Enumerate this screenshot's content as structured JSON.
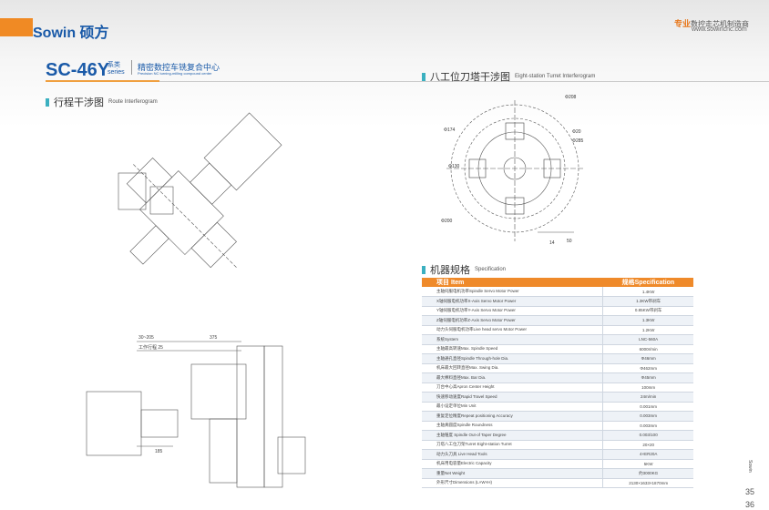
{
  "header": {
    "logo": "Sowin 硕方",
    "slogan_hl": "专业",
    "slogan": "数控走芯机制造商",
    "url": "www.sowincnc.com"
  },
  "title": {
    "model": "SC-46Y",
    "series_cn": "系类",
    "series_en": "series",
    "subtitle": "精密数控车铣复合中心",
    "subtitle_en": "Precision NC turning-milling compound center"
  },
  "sections": {
    "route": {
      "cn": "行程干涉图",
      "en": "Route Interferogram"
    },
    "turret": {
      "cn": "八工位刀塔干涉图",
      "en": "Eight-station Turret Interferogram"
    },
    "spec": {
      "cn": "机器规格",
      "en": "Specification"
    }
  },
  "drawing_labels": {
    "d208": "Φ208",
    "d174": "Φ174",
    "d20": "Φ20",
    "d285": "Φ285",
    "d130": "Φ130",
    "d200": "Φ200",
    "dim14": "14",
    "dim50": "50",
    "dim30_205": "30~205",
    "dim_travel": "工作行程 25",
    "dim375": "375",
    "dim185": "185"
  },
  "spec_table": {
    "headers": [
      "项目 Item",
      "规格Specification"
    ],
    "rows": [
      [
        "主轴伺服电机功率Spindle Servo Motor Power",
        "1.4KW"
      ],
      [
        "X轴伺服电机功率X-Axis Servo Motor Power",
        "1.3KW带刹车"
      ],
      [
        "Y轴伺服电机功率Y-Axis Servo Motor Power",
        "0.85KW带刹车"
      ],
      [
        "Z轴伺服电机功率Z-Axis Servo Motor Power",
        "1.3KW"
      ],
      [
        "动力头伺服电机功率Live head servo Motor Power",
        "1.2KW"
      ],
      [
        "系统System",
        "LNC-560A"
      ],
      [
        "主轴最高转速Max. Spindle Speed",
        "6000r/min"
      ],
      [
        "主轴通孔直径Spindle Through-hole Dia.",
        "Φ46mm"
      ],
      [
        "机床最大回转直径Max. Swing Dia.",
        "Φ462mm"
      ],
      [
        "最大棒料直径Max. Bar Dia.",
        "Φ45mm"
      ],
      [
        "刀台中心高Apron Center Height",
        "100mm"
      ],
      [
        "快速移动速度Rapid Travel Speed",
        "24m/min"
      ],
      [
        "最小设定单位Min Unit",
        "0.001mm"
      ],
      [
        "重复定位精度Repeat positioning Accuracy",
        "0.003mm"
      ],
      [
        "主轴真圆度Spindle Roundness",
        "0.003mm"
      ],
      [
        "主轴锥度 Spindle Out-of Taper Degree",
        "0.003/100"
      ],
      [
        "刀塔八工位刀架Turret Eight-station Turret",
        "20×20"
      ],
      [
        "动力头刀具 Live Head Tools",
        "4×ER20A"
      ],
      [
        "机床用电容量Electric Capacity",
        "5KW"
      ],
      [
        "重量Net Weight",
        "约3000KG"
      ],
      [
        "外形尺寸Dimensions (L×W×H)",
        "2130×1633×1870mm"
      ]
    ]
  },
  "footer": {
    "brand": "Sowin",
    "page": "35",
    "total": "36"
  }
}
